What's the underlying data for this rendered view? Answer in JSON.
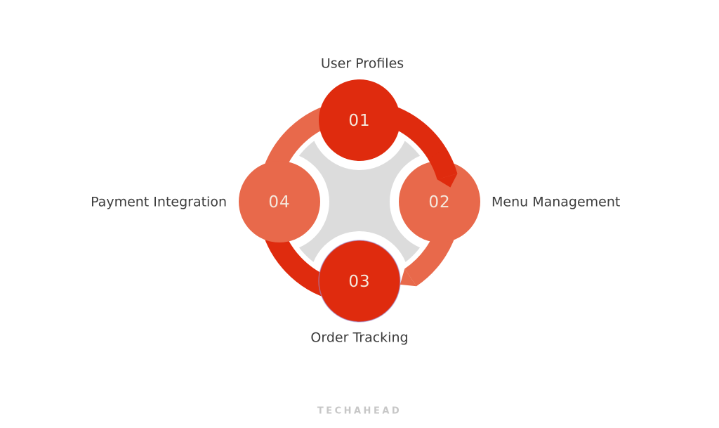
{
  "diagram": {
    "nodes": [
      {
        "number": "01",
        "label": "User Profiles"
      },
      {
        "number": "02",
        "label": "Menu Management"
      },
      {
        "number": "03",
        "label": "Order Tracking"
      },
      {
        "number": "04",
        "label": "Payment Integration"
      }
    ],
    "colors": {
      "red": "#df2b0e",
      "salmon": "#e8694b",
      "center_gray": "#dcdcdc",
      "number_text": "#f5e9dd",
      "label_text": "#3d3d3d",
      "node3_ring": "#9b8fd9"
    }
  },
  "footer": {
    "logo_text": "TECHAHEAD",
    "logo_color": "#c7c7c7"
  }
}
